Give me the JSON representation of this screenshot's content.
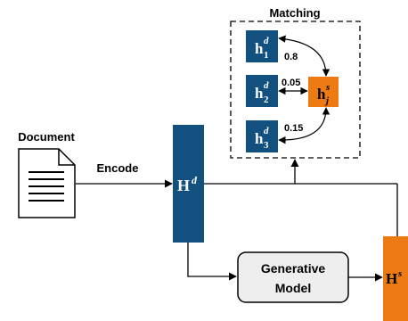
{
  "matching": {
    "title": "Matching",
    "doc_vectors": [
      {
        "base": "h",
        "sub": "1",
        "sup": "d"
      },
      {
        "base": "h",
        "sub": "2",
        "sup": "d"
      },
      {
        "base": "h",
        "sub": "3",
        "sup": "d"
      }
    ],
    "summary_vector": {
      "base": "h",
      "sub": "j",
      "sup": "s"
    },
    "scores": [
      "0.8",
      "0.05",
      "0.15"
    ]
  },
  "document": {
    "label": "Document"
  },
  "encode": {
    "label": "Encode"
  },
  "hd": {
    "base": "H",
    "sup": "d"
  },
  "generative_model": {
    "line1": "Generative",
    "line2": "Model"
  },
  "hs": {
    "base": "H",
    "sup": "s"
  },
  "colors": {
    "blue": "#12507f",
    "orange": "#ee7a14",
    "model_fill": "#eeeeee"
  }
}
